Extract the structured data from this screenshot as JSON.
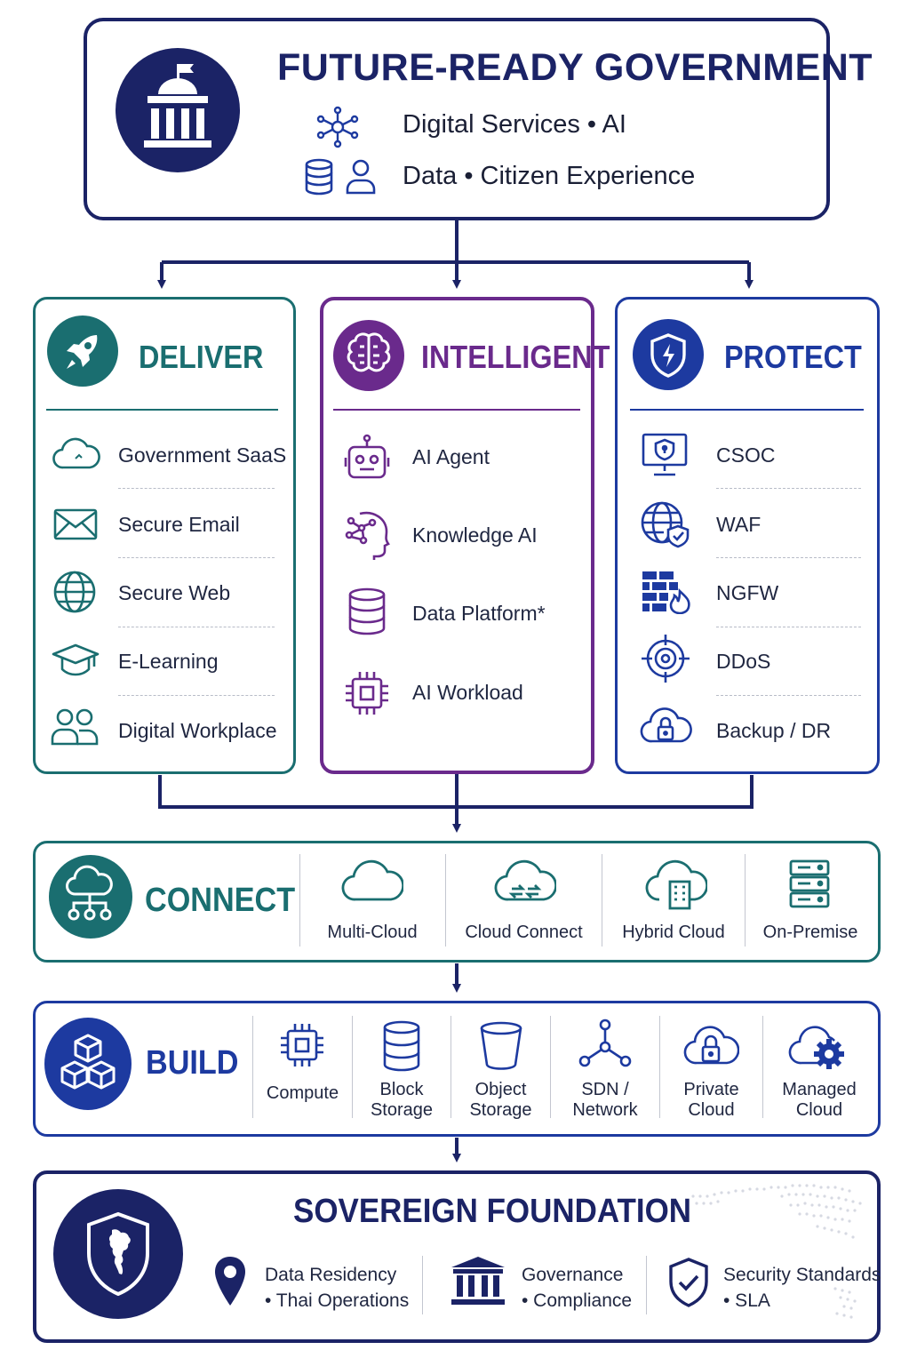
{
  "colors": {
    "navy": "#1b2366",
    "teal": "#1a6e70",
    "purple": "#6a2a8c",
    "blue": "#1d3aa0"
  },
  "header": {
    "title": "FUTURE-READY GOVERNMENT",
    "line1": "Digital Services • AI",
    "line2": "Data • Citizen Experience",
    "icons": [
      "government-building-icon",
      "ai-network-icon",
      "database-icon",
      "user-icon"
    ]
  },
  "pillars": {
    "deliver": {
      "title": "DELIVER",
      "icon": "rocket-icon",
      "items": [
        {
          "label": "Government SaaS",
          "icon": "cloud-icon"
        },
        {
          "label": "Secure Email",
          "icon": "envelope-icon"
        },
        {
          "label": "Secure Web",
          "icon": "globe-icon"
        },
        {
          "label": "E-Learning",
          "icon": "graduation-cap-icon"
        },
        {
          "label": "Digital Workplace",
          "icon": "people-icon"
        }
      ]
    },
    "intelligent": {
      "title": "INTELLIGENT",
      "icon": "brain-icon",
      "items": [
        {
          "label": "AI Agent",
          "icon": "robot-icon"
        },
        {
          "label": "Knowledge AI",
          "icon": "head-network-icon"
        },
        {
          "label": "Data Platform*",
          "icon": "database-icon"
        },
        {
          "label": "AI Workload",
          "icon": "chip-icon"
        }
      ]
    },
    "protect": {
      "title": "PROTECT",
      "icon": "shield-icon",
      "items": [
        {
          "label": "CSOC",
          "icon": "monitor-shield-icon"
        },
        {
          "label": "WAF",
          "icon": "globe-shield-icon"
        },
        {
          "label": "NGFW",
          "icon": "firewall-icon"
        },
        {
          "label": "DDoS",
          "icon": "target-icon"
        },
        {
          "label": "Backup / DR",
          "icon": "cloud-lock-icon"
        }
      ]
    }
  },
  "connect": {
    "title": "CONNECT",
    "icon": "cloud-network-icon",
    "items": [
      {
        "label": "Multi-Cloud",
        "icon": "cloud-icon"
      },
      {
        "label": "Cloud Connect",
        "icon": "cloud-sync-icon"
      },
      {
        "label": "Hybrid Cloud",
        "icon": "cloud-building-icon"
      },
      {
        "label": "On-Premise",
        "icon": "server-icon"
      }
    ]
  },
  "build": {
    "title": "BUILD",
    "icon": "cubes-icon",
    "items": [
      {
        "line1": "Compute",
        "line2": "",
        "icon": "chip-icon"
      },
      {
        "line1": "Block",
        "line2": "Storage",
        "icon": "database-icon"
      },
      {
        "line1": "Object",
        "line2": "Storage",
        "icon": "bucket-icon"
      },
      {
        "line1": "SDN /",
        "line2": "Network",
        "icon": "network-nodes-icon"
      },
      {
        "line1": "Private",
        "line2": "Cloud",
        "icon": "cloud-lock-icon"
      },
      {
        "line1": "Managed",
        "line2": "Cloud",
        "icon": "cloud-gear-icon"
      }
    ]
  },
  "foundation": {
    "title": "SOVEREIGN FOUNDATION",
    "icon": "thailand-shield-icon",
    "items": [
      {
        "line1": "Data Residency",
        "line2": "• Thai Operations",
        "icon": "location-pin-icon"
      },
      {
        "line1": "Governance",
        "line2": "• Compliance",
        "icon": "pillars-icon"
      },
      {
        "line1": "Security Standards",
        "line2": "• SLA",
        "icon": "shield-check-icon"
      }
    ]
  }
}
